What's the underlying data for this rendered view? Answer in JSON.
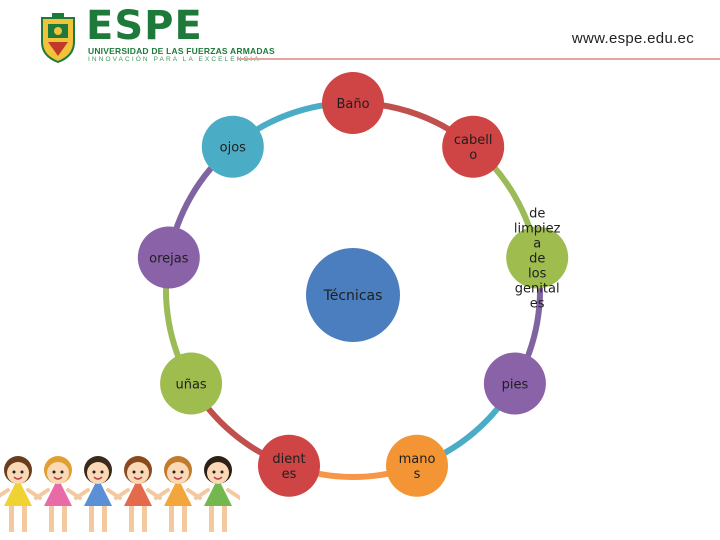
{
  "header": {
    "logo_text": "ESPE",
    "logo_subtitle": "UNIVERSIDAD DE LAS FUERZAS ARMADAS",
    "logo_motto": "INNOVACIÓN PARA LA EXCELENCIA",
    "url": "www.espe.edu.ec"
  },
  "diagram": {
    "center": {
      "text": "Técnicas",
      "color": "#4a7ebf"
    },
    "nodes": [
      {
        "text": "Baño",
        "color": "#cf4444"
      },
      {
        "text": "cabell o",
        "color": "#cf4444"
      },
      {
        "text": "de limpiez a de los genital es",
        "color": "#9fbc4f"
      },
      {
        "text": "pies",
        "color": "#8a62a8"
      },
      {
        "text": "mano s",
        "color": "#f39535"
      },
      {
        "text": "dient es",
        "color": "#cf4444"
      },
      {
        "text": "uñas",
        "color": "#9fbc4f"
      },
      {
        "text": "orejas",
        "color": "#8a62a8"
      },
      {
        "text": "ojos",
        "color": "#4bacc6"
      }
    ],
    "arc_colors": [
      "#c0504d",
      "#9bbb59",
      "#8064a2",
      "#4bacc6",
      "#f79646",
      "#c0504d",
      "#9bbb59",
      "#8064a2",
      "#4bacc6"
    ]
  },
  "illustration": {
    "name": "children-holding-hands"
  }
}
